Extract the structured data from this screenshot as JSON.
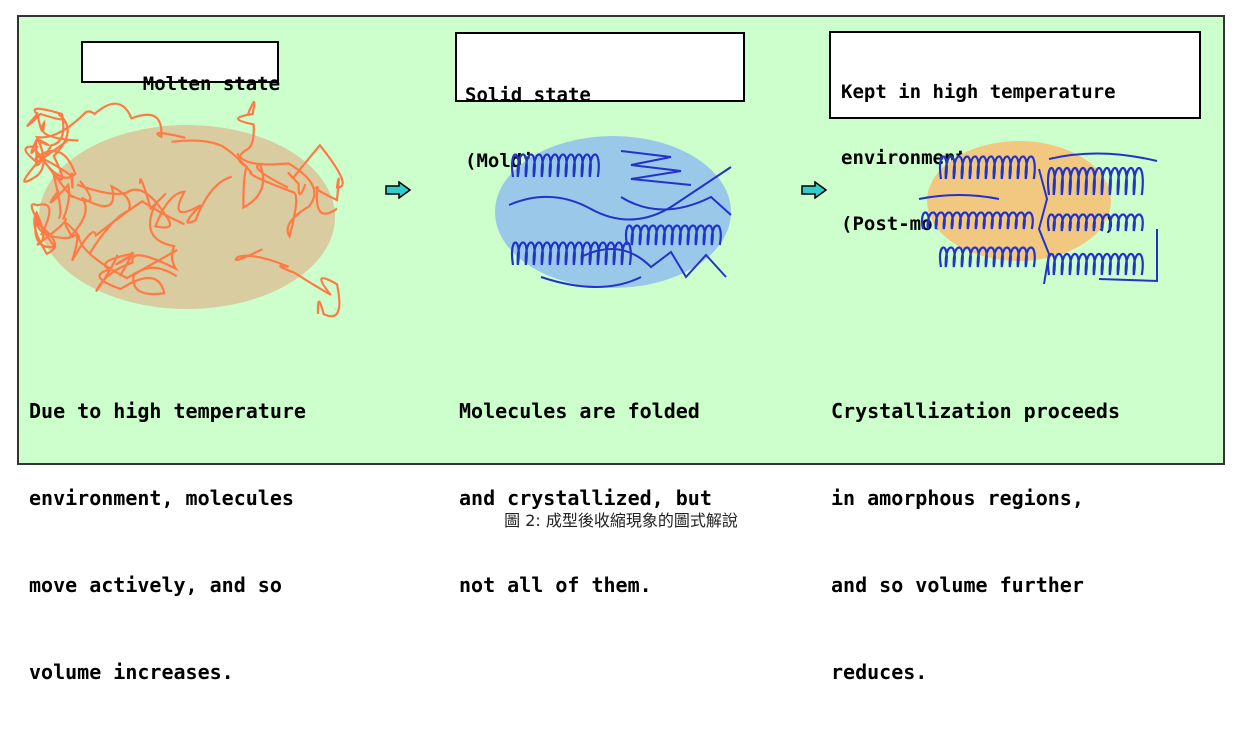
{
  "panel": {
    "background": "#ccffcc",
    "stages": [
      {
        "label_lines": [
          "Molten state"
        ],
        "description_lines": [
          "Due to high temperature",
          "environment, molecules",
          "move actively, and so",
          "volume increases."
        ]
      },
      {
        "label_lines": [
          "Solid state",
          "(Molding shrinkage)"
        ],
        "description_lines": [
          "Molecules are folded",
          "and crystallized, but",
          "not all of them."
        ]
      },
      {
        "label_lines": [
          "Kept in high temperature",
          "environment",
          "(Post-molding shrinkage)"
        ],
        "description_lines": [
          "Crystallization proceeds",
          "in amorphous regions,",
          "and so volume further",
          "reduces."
        ]
      }
    ],
    "colors": {
      "molten_blob": "#d9cca0",
      "molten_chain": "#ff7a45",
      "solid_blob": "#9ac8e8",
      "crystal_chain": "#2233cc",
      "post_blob": "#f2c880",
      "arrow_fill": "#33cccc"
    },
    "icons": [
      "right-arrow-icon",
      "right-arrow-icon"
    ]
  },
  "caption": "圖 2: 成型後收縮現象的圖式解說"
}
